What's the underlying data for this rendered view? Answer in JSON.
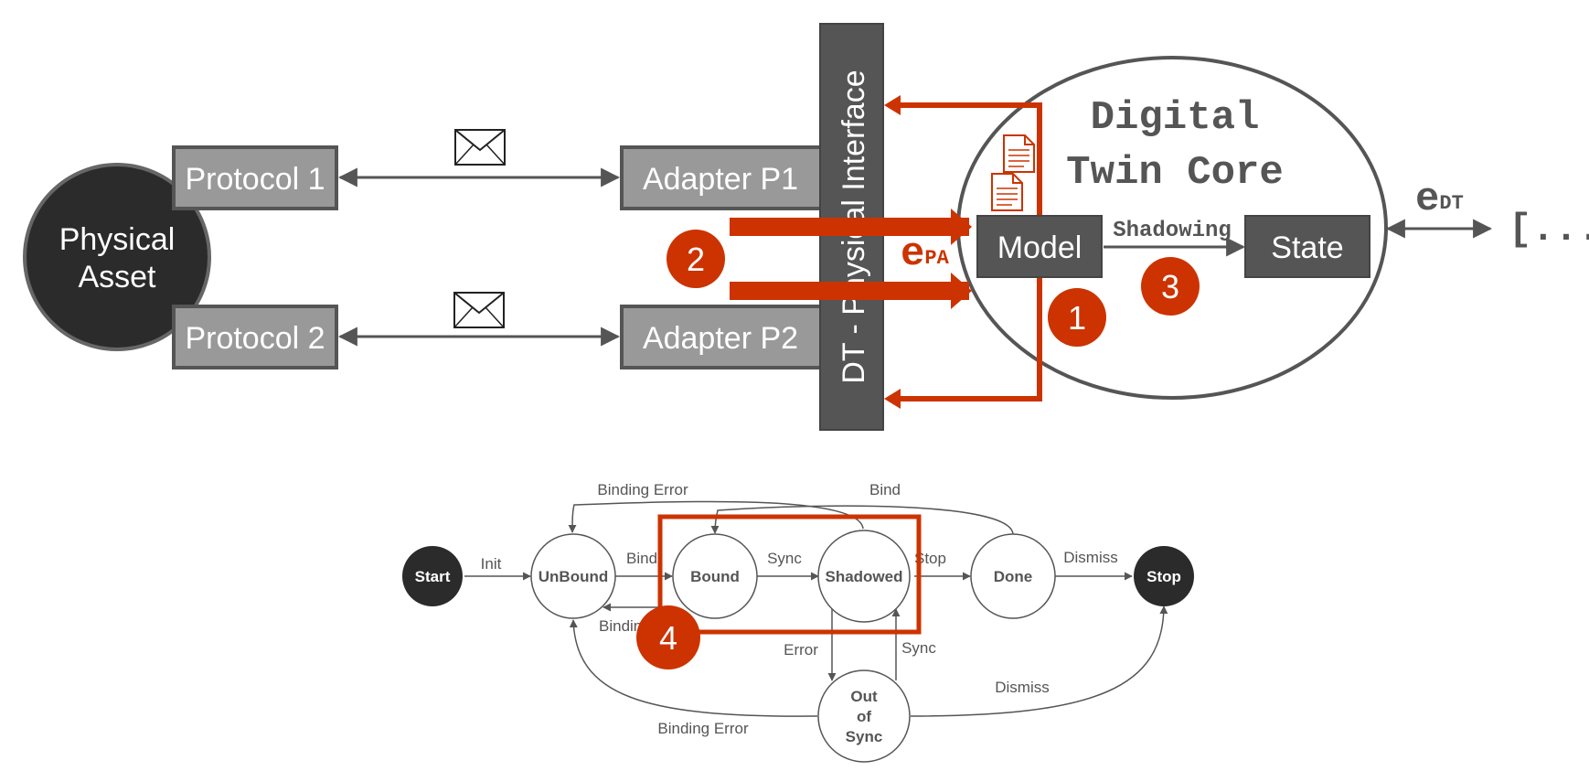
{
  "colors": {
    "accent": "#cc3300",
    "dark": "#2b2b2b",
    "box_dark": "#555555",
    "box_light": "#999999",
    "line": "#555555"
  },
  "top": {
    "physical_asset": "Physical Asset",
    "protocol_1": "Protocol 1",
    "protocol_2": "Protocol 2",
    "adapter_p1": "Adapter P1",
    "adapter_p2": "Adapter P2",
    "interface_label": "DT - Physical Interface",
    "core_title_line1": "Digital",
    "core_title_line2": "Twin Core",
    "model": "Model",
    "state": "State",
    "shadowing": "Shadowing",
    "e_pa_main": "e",
    "e_pa_sub": "PA",
    "e_dt_main": "e",
    "e_dt_sub": "DT",
    "ellipsis": "[...]",
    "badge_1": "1",
    "badge_2": "2",
    "badge_3": "3",
    "message_icon": "envelope-icon",
    "document_icon": "document-icon"
  },
  "lifecycle": {
    "states": {
      "start": "Start",
      "unbound": "UnBound",
      "bound": "Bound",
      "shadowed": "Shadowed",
      "done": "Done",
      "stop": "Stop",
      "out_of_sync_1": "Out",
      "out_of_sync_2": "of",
      "out_of_sync_3": "Sync"
    },
    "transitions": {
      "init": "Init",
      "bind": "Bind",
      "sync": "Sync",
      "stop": "Stop",
      "dismiss": "Dismiss",
      "binding_error_top": "Binding Error",
      "bind_top": "Bind",
      "unbind_short": "Binding",
      "error": "Error",
      "sync_back": "Sync",
      "dismiss_bottom": "Dismiss",
      "binding_error_bottom": "Binding Error"
    },
    "badge_4": "4"
  }
}
